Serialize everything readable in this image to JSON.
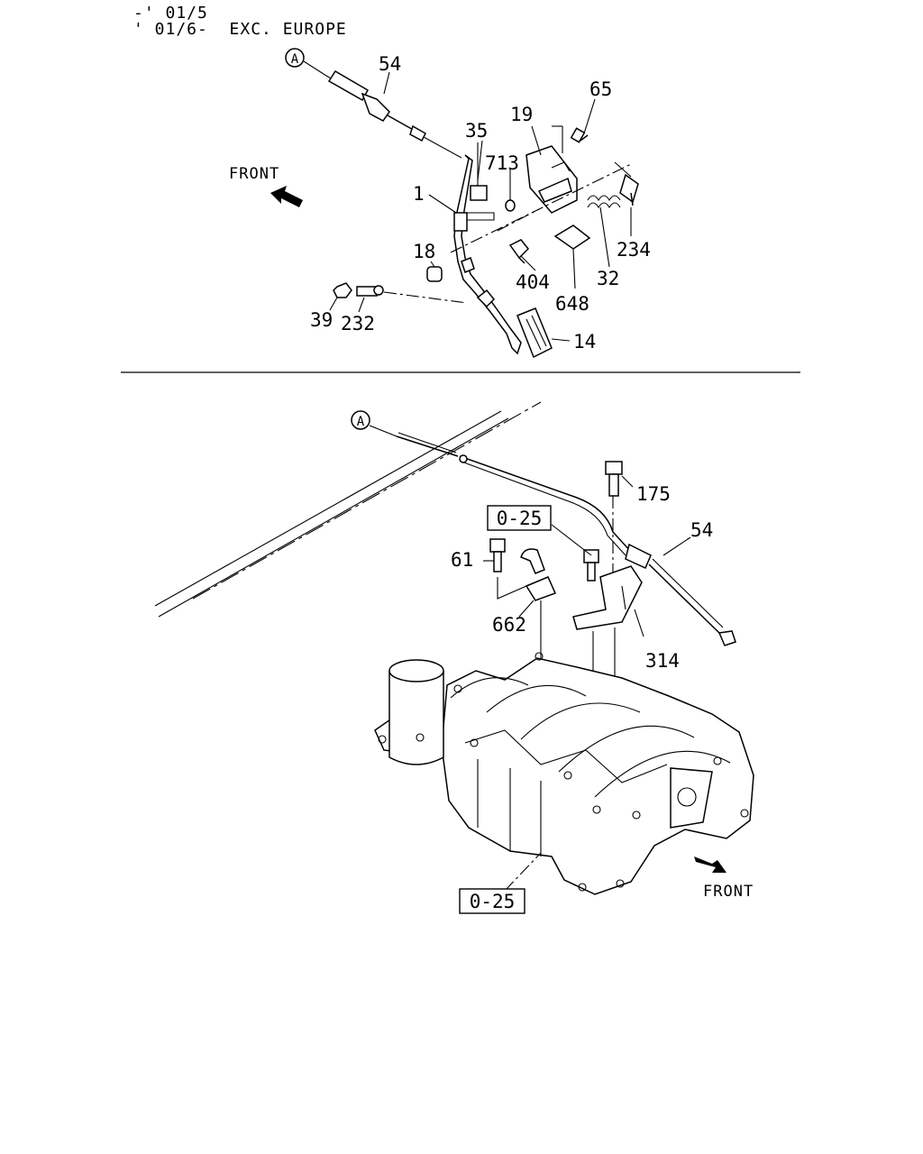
{
  "header": {
    "line1": "-' 01/5",
    "line2": "' 01/6-  EXC. EUROPE"
  },
  "ref_marker": "A",
  "front_label": "FRONT",
  "upper_callouts": {
    "c54": "54",
    "c65": "65",
    "c35": "35",
    "c19": "19",
    "c713": "713",
    "c1": "1",
    "c234": "234",
    "c18": "18",
    "c404": "404",
    "c32": "32",
    "c648": "648",
    "c39": "39",
    "c232": "232",
    "c14": "14"
  },
  "lower_callouts": {
    "c175": "175",
    "c54": "54",
    "c61": "61",
    "c662": "662",
    "c314": "314"
  },
  "ref_boxes": {
    "upper": "0-25",
    "lower": "0-25"
  },
  "icons": [
    "front-arrow-icon",
    "circle-a-marker-icon"
  ]
}
